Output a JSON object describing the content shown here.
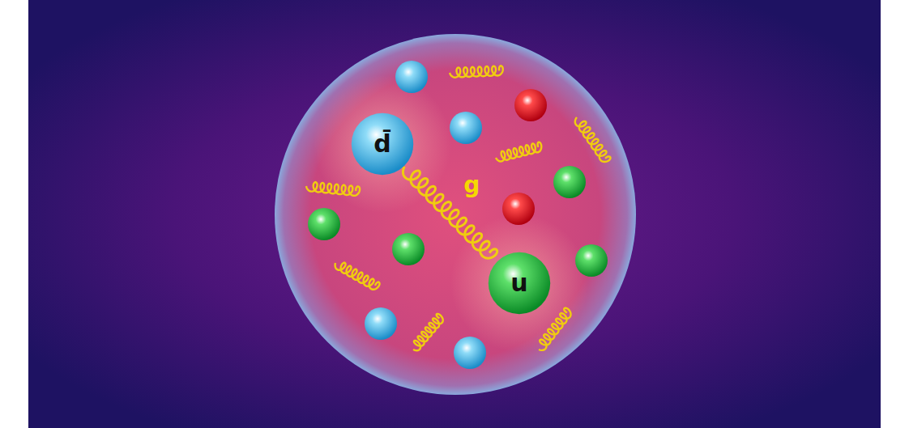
{
  "diagram": {
    "nodes": [
      {
        "text": [
          "d̄"
        ]
      },
      {
        "text": [
          "u"
        ]
      }
    ],
    "edges": [
      {
        "from": 0,
        "to": 1,
        "arrow": "none",
        "label": "g"
      }
    ]
  }
}
